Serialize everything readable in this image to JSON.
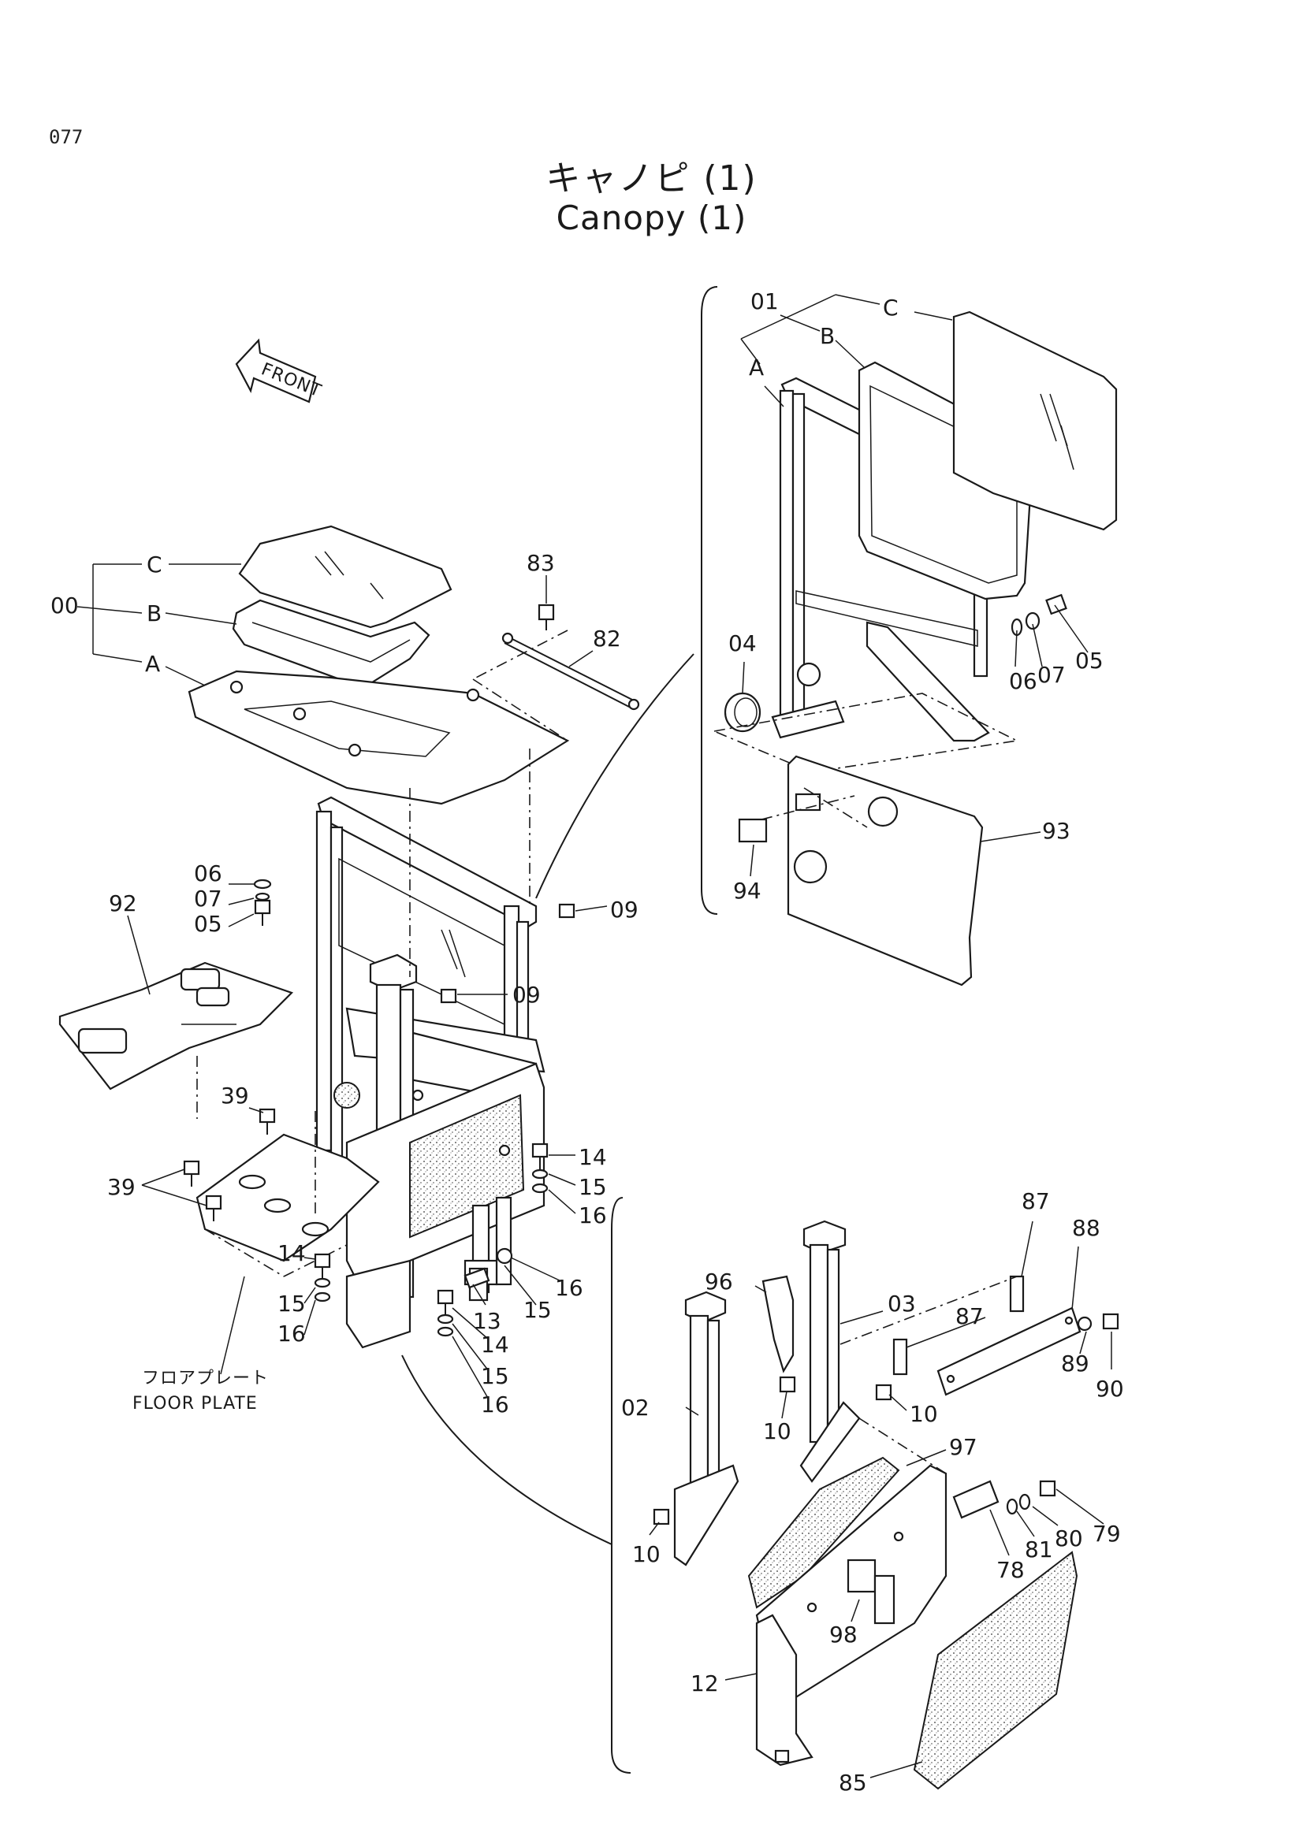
{
  "page_number": "077",
  "title_jp": "キャノピ (1)",
  "title_en": "Canopy (1)",
  "front_label": "FRONT",
  "floor_plate_jp": "フロアプレート",
  "floor_plate_en": "FLOOR PLATE",
  "callouts": {
    "c00": "00",
    "c00_A": "A",
    "c00_B": "B",
    "c00_C": "C",
    "c01": "01",
    "c01_A": "A",
    "c01_B": "B",
    "c01_C": "C",
    "c02": "02",
    "c03": "03",
    "c04": "04",
    "c05_top": "05",
    "c06_top": "06",
    "c07_top": "07",
    "c05": "05",
    "c06": "06",
    "c07": "07",
    "c09_a": "09",
    "c09_b": "09",
    "c10_a": "10",
    "c10_b": "10",
    "c10_c": "10",
    "c12": "12",
    "c13": "13",
    "c14_a": "14",
    "c14_b": "14",
    "c14_c": "14",
    "c15_a": "15",
    "c15_b": "15",
    "c15_c": "15",
    "c15_d": "15",
    "c16_a": "16",
    "c16_b": "16",
    "c16_c": "16",
    "c16_d": "16",
    "c39_a": "39",
    "c39_b": "39",
    "c78": "78",
    "c79": "79",
    "c80": "80",
    "c81": "81",
    "c82": "82",
    "c83": "83",
    "c85": "85",
    "c87_a": "87",
    "c87_b": "87",
    "c88": "88",
    "c89": "89",
    "c90": "90",
    "c92": "92",
    "c93": "93",
    "c94": "94",
    "c96": "96",
    "c97": "97",
    "c98": "98"
  }
}
